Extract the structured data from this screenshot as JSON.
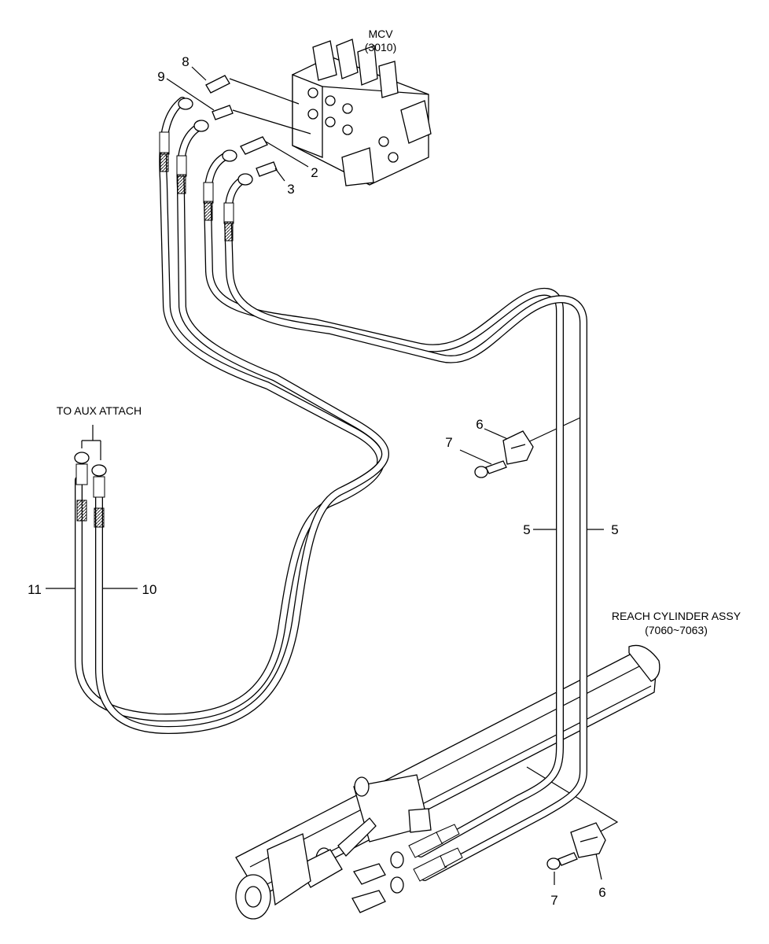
{
  "labels": {
    "mcv": "MCV",
    "mcv_code": "(3010)",
    "aux": "TO AUX ATTACH",
    "reach": "REACH CYLINDER ASSY",
    "reach_code": "(7060~7063)"
  },
  "callouts": {
    "c2": "2",
    "c3": "3",
    "c5a": "5",
    "c5b": "5",
    "c6a": "6",
    "c6b": "6",
    "c7a": "7",
    "c7b": "7",
    "c8": "8",
    "c9": "9",
    "c10": "10",
    "c11": "11"
  }
}
